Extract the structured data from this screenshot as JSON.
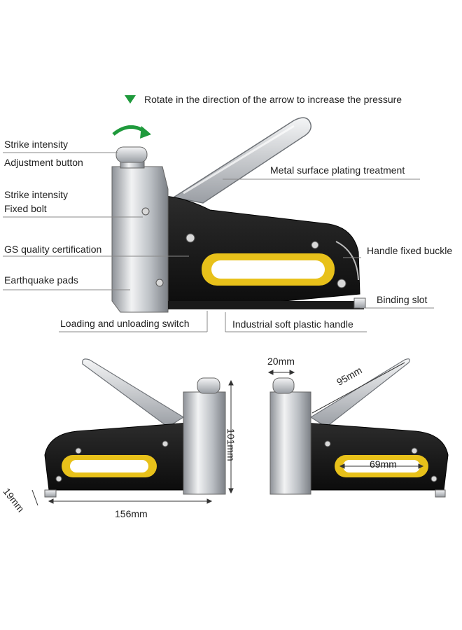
{
  "header": {
    "note": "Rotate in the direction of the arrow to increase the pressure",
    "arrow_color": "#1f9a3c"
  },
  "callouts": {
    "strike_intensity_1": "Strike intensity",
    "adjustment_button": "Adjustment button",
    "strike_intensity_2": "Strike intensity",
    "fixed_bolt": "Fixed bolt",
    "gs_quality": "GS quality certification",
    "earthquake_pads": "Earthquake pads",
    "loading_switch": "Loading and unloading switch",
    "metal_surface": "Metal surface plating treatment",
    "handle_buckle": "Handle fixed buckle",
    "binding_slot": "Binding slot",
    "soft_handle": "Industrial soft plastic handle"
  },
  "dimensions": {
    "height": "101mm",
    "length": "156mm",
    "depth": "19mm",
    "top_width": "20mm",
    "handle_length": "95mm",
    "grip_width": "69mm"
  },
  "colors": {
    "body": "#141414",
    "chrome": "#c9ccd0",
    "grip": "#e8c11a"
  }
}
